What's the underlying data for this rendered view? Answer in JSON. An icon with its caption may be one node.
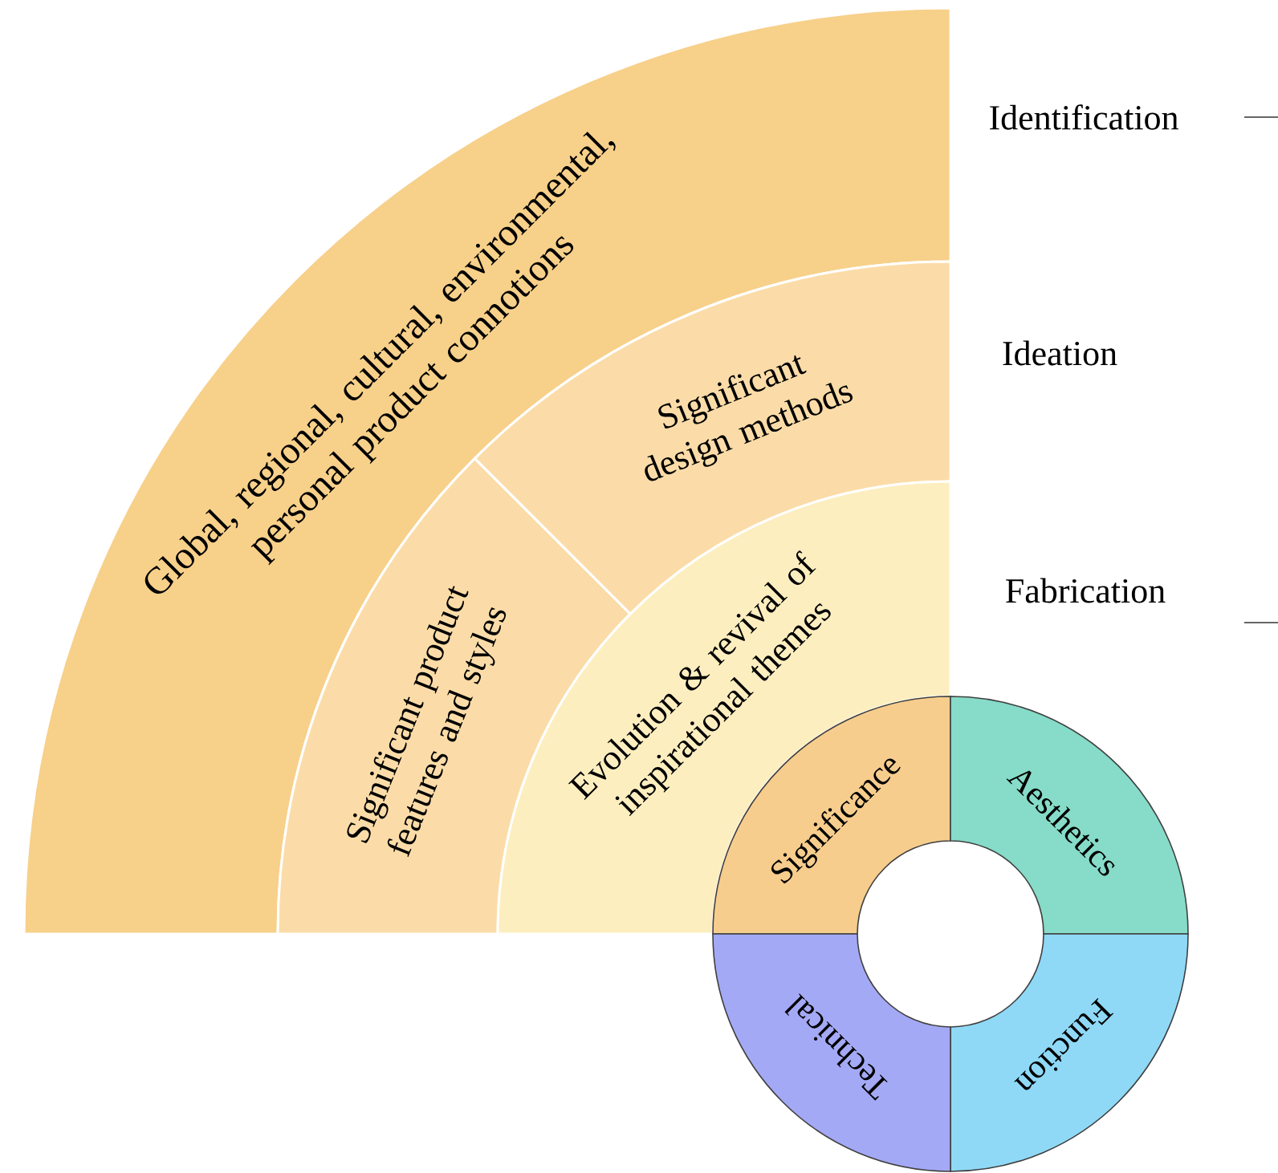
{
  "diagram": {
    "nodes": [
      {
        "text": [
          "Global, regional, cultural, environmental, personal product connotions"
        ]
      },
      {
        "text": [
          "Significant product features and styles"
        ]
      },
      {
        "text": [
          "Significant design methods"
        ]
      },
      {
        "text": [
          "Evolution & revival of inspirational themes"
        ]
      },
      {
        "text": [
          "Significance"
        ]
      },
      {
        "text": [
          "Aesthetics"
        ]
      },
      {
        "text": [
          "Function"
        ]
      },
      {
        "text": [
          "Technical"
        ]
      }
    ],
    "labels": [
      "Identification",
      "Ideation",
      "Fabrication"
    ]
  }
}
